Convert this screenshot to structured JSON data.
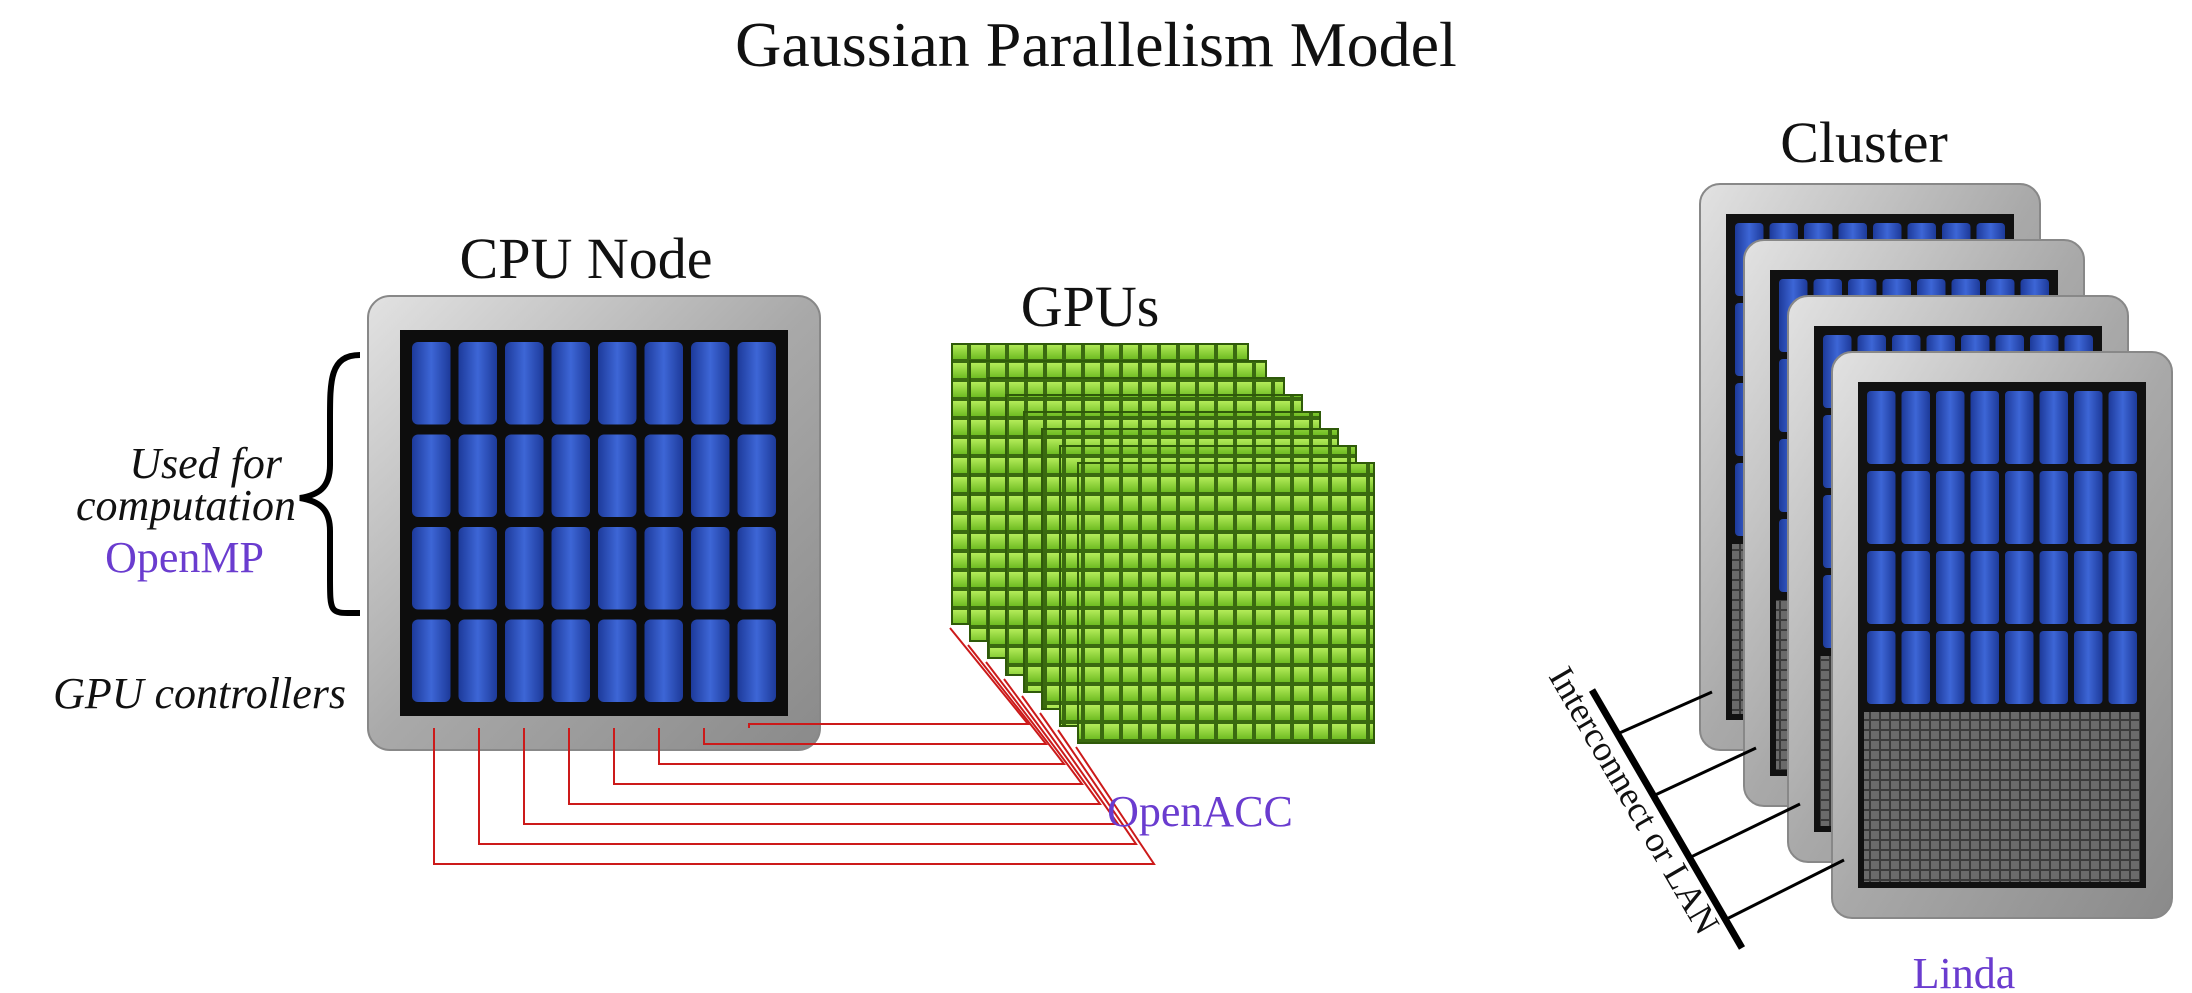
{
  "title": "Gaussian Parallelism Model",
  "cpu": {
    "heading": "CPU Node",
    "note_line1": "Used for",
    "note_line2": "computation",
    "note_api": "OpenMP",
    "controllers_label": "GPU controllers",
    "core_columns": 8,
    "core_rows": 4
  },
  "gpus": {
    "heading": "GPUs",
    "api": "OpenACC",
    "card_count": 8
  },
  "cluster": {
    "heading": "Cluster",
    "api": "Linda",
    "interconnect_label": "Interconnect or LAN",
    "node_count": 4
  },
  "colors": {
    "api_text": "#6a3ccf",
    "cpu_core": "#2b4fb8",
    "gpu_green": "#8fd43a",
    "wire": "#cc1a1a",
    "frame": "#bdbdbd"
  },
  "icons": [
    "brace-icon",
    "cpu-chip-icon",
    "gpu-chip-icon",
    "cluster-node-icon"
  ]
}
